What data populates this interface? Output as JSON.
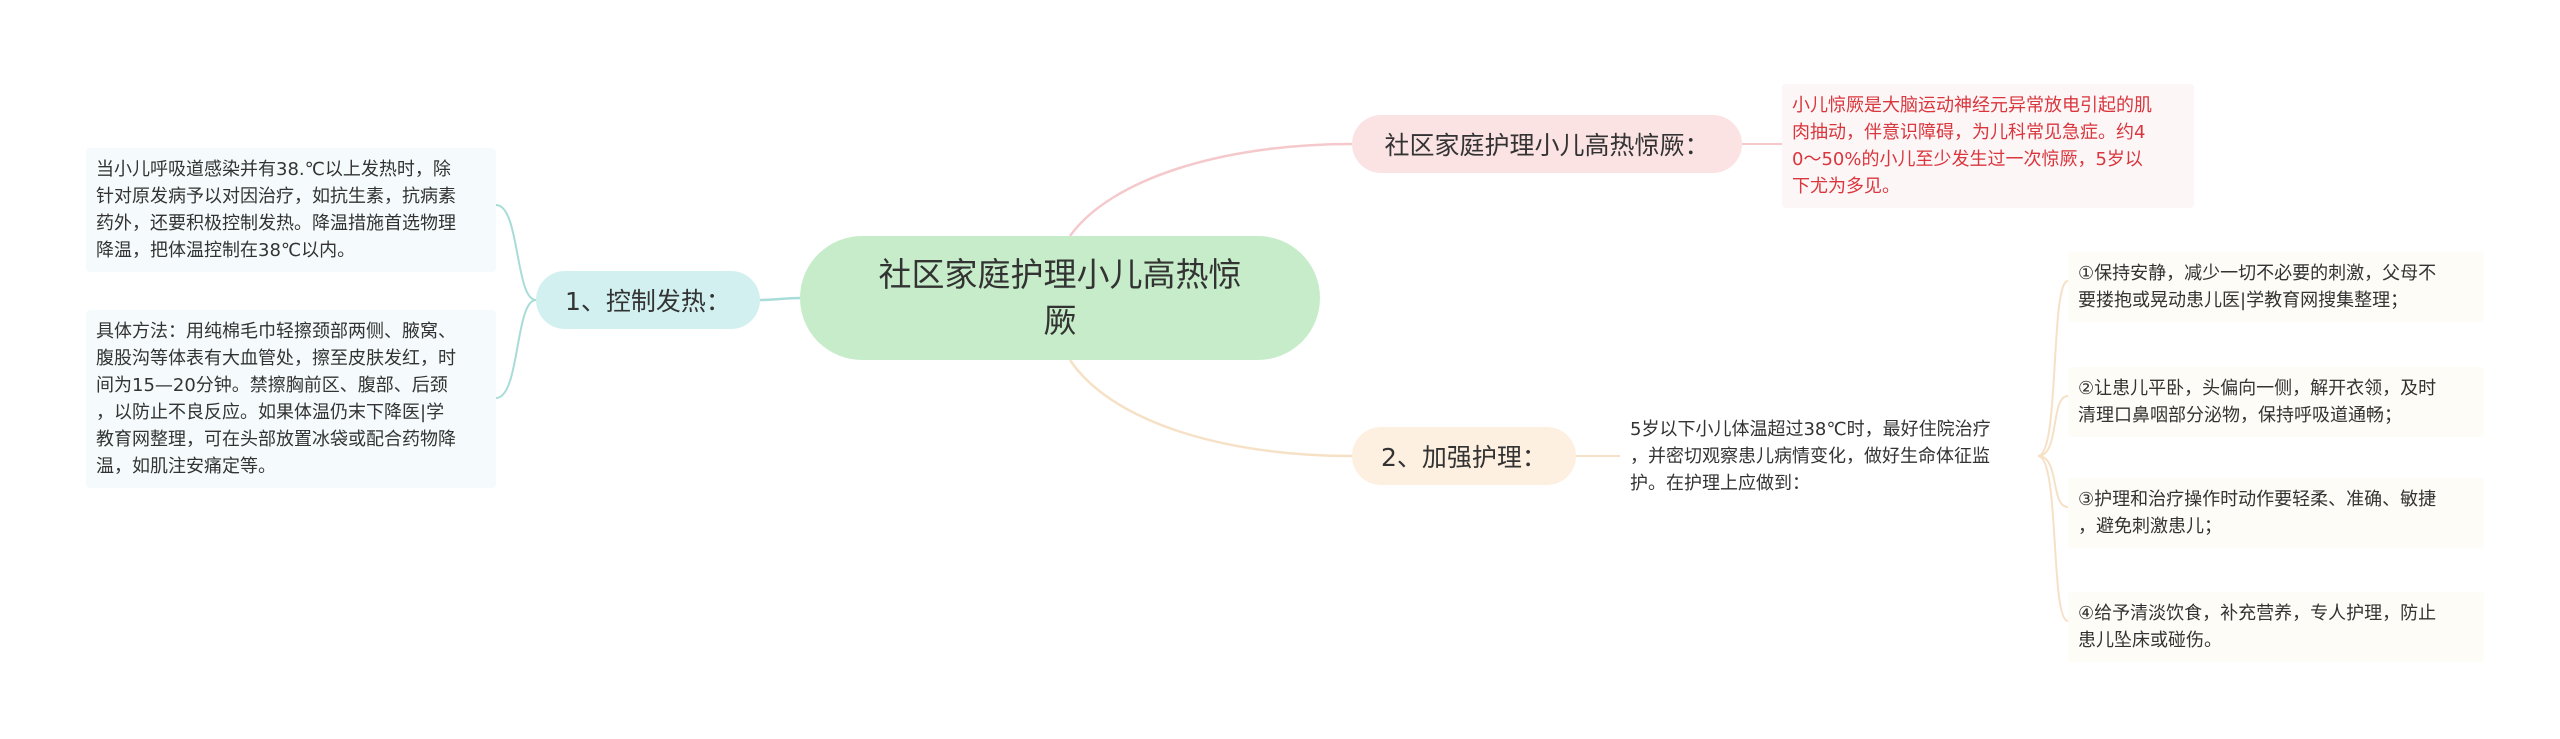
{
  "root": {
    "title": "社区家庭护理小儿高热惊厥"
  },
  "branches": {
    "definition": {
      "label": "社区家庭护理小儿高热惊厥：",
      "text": [
        "小儿惊厥是大脑运动神经元异常放电引起的肌",
        "肉抽动，伴意识障碍，为儿科常见急症。约4",
        "0～50%的小儿至少发生过一次惊厥，5岁以",
        "下尤为多见。"
      ]
    },
    "fever_control": {
      "label": "1、控制发热：",
      "leaf1": [
        "当小儿呼吸道感染并有38.℃以上发热时，除",
        "针对原发病予以对因治疗，如抗生素，抗病素",
        "药外，还要积极控制发热。降温措施首选物理",
        "降温，把体温控制在38℃以内。"
      ],
      "leaf2": [
        "具体方法：用纯棉毛巾轻擦颈部两侧、腋窝、",
        "腹股沟等体表有大血管处，擦至皮肤发红，时",
        "间为15—20分钟。禁擦胸前区、腹部、后颈",
        "，以防止不良反应。如果体温仍末下降医|学",
        "教育网整理，可在头部放置冰袋或配合药物降",
        "温，如肌注安痛定等。"
      ]
    },
    "care": {
      "label": "2、加强护理：",
      "main": [
        "5岁以下小儿体温超过38℃时，最好住院治疗",
        "，并密切观察患儿病情变化，做好生命体征监",
        "护。在护理上应做到："
      ],
      "items": [
        [
          "①保持安静，减少一切不必要的刺激，父母不",
          "要搂抱或晃动患儿医|学教育网搜集整理；"
        ],
        [
          "②让患儿平卧，头偏向一侧，解开衣领，及时",
          "清理口鼻咽部分泌物，保持呼吸道通畅；"
        ],
        [
          "③护理和治疗操作时动作要轻柔、准确、敏捷",
          "，避免刺激患儿；"
        ],
        [
          "④给予清淡饮食，补充营养，专人护理，防止",
          "患儿坠床或碰伤。"
        ]
      ]
    }
  },
  "colors": {
    "root": "#c6ecc9",
    "fever": "#d1f0ef",
    "care": "#fdf0e1",
    "definition": "#fbe3e4",
    "definition_text": "#d9363e"
  }
}
